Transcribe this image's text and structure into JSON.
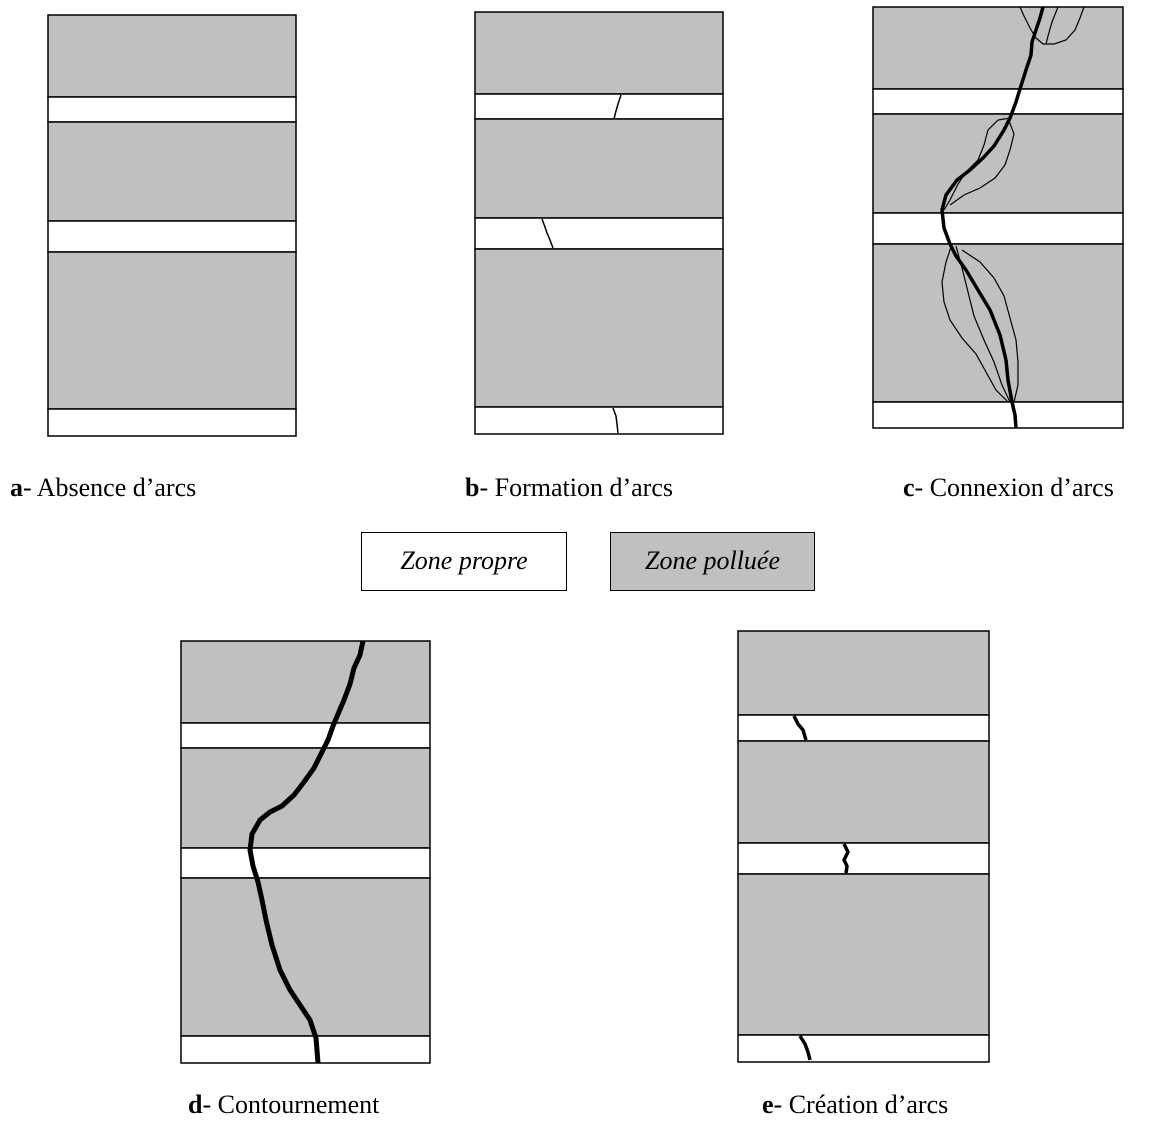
{
  "colors": {
    "polluted_zone": "#c0c0c0",
    "clean_zone": "#ffffff",
    "outline": "#000000",
    "arc": "#000000"
  },
  "legend": {
    "clean": "Zone propre",
    "polluted": "Zone polluée"
  },
  "panels": {
    "a": {
      "letter": "a",
      "text": "- Absence d’arcs"
    },
    "b": {
      "letter": "b",
      "text": "- Formation d’arcs"
    },
    "c": {
      "letter": "c",
      "text": "- Connexion d’arcs"
    },
    "d": {
      "letter": "d",
      "text": "- Contournement"
    },
    "e": {
      "letter": "e",
      "text": "- Création d’arcs"
    }
  }
}
